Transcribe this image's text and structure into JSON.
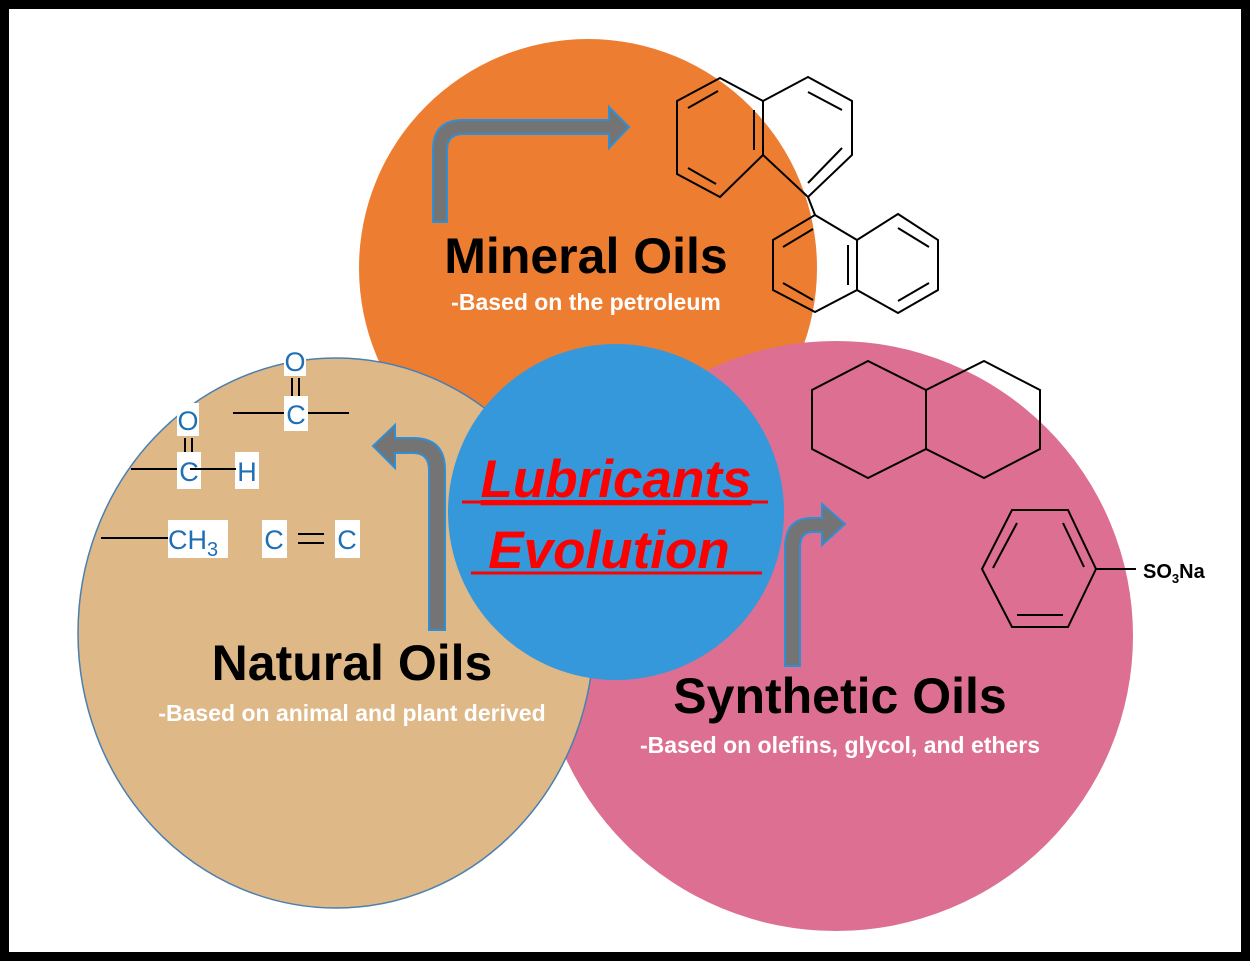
{
  "colors": {
    "mineral": "#ED7D31",
    "natural": "#DEB887",
    "synthetic": "#DD6F93",
    "center": "#3498DB",
    "center_text": "#FF0000",
    "arrow_fill": "#747474",
    "arrow_outline": "#2F8FD6",
    "chem_text": "#1F6FB5",
    "frame": "#000000"
  },
  "center": {
    "line1": "Lubricants",
    "line2": "Evolution"
  },
  "mineral": {
    "title": "Mineral Oils",
    "subtitle": "-Based on the petroleum"
  },
  "natural": {
    "title": "Natural Oils",
    "subtitle": "-Based on animal and plant derived",
    "chemistry": {
      "ketone_o": "O",
      "ketone_c": "C",
      "aldehyde_o": "O",
      "aldehyde_c": "C",
      "aldehyde_h": "H",
      "methyl_c": "CH",
      "methyl_sub": "3",
      "alkene_c1": "C",
      "alkene_c2": "C"
    }
  },
  "synthetic": {
    "title": "Synthetic Oils",
    "subtitle": "-Based on olefins, glycol, and ethers",
    "chemistry": {
      "sulfonate_s_o": "SO",
      "sulfonate_sub": "3",
      "sulfonate_na": "Na"
    }
  }
}
